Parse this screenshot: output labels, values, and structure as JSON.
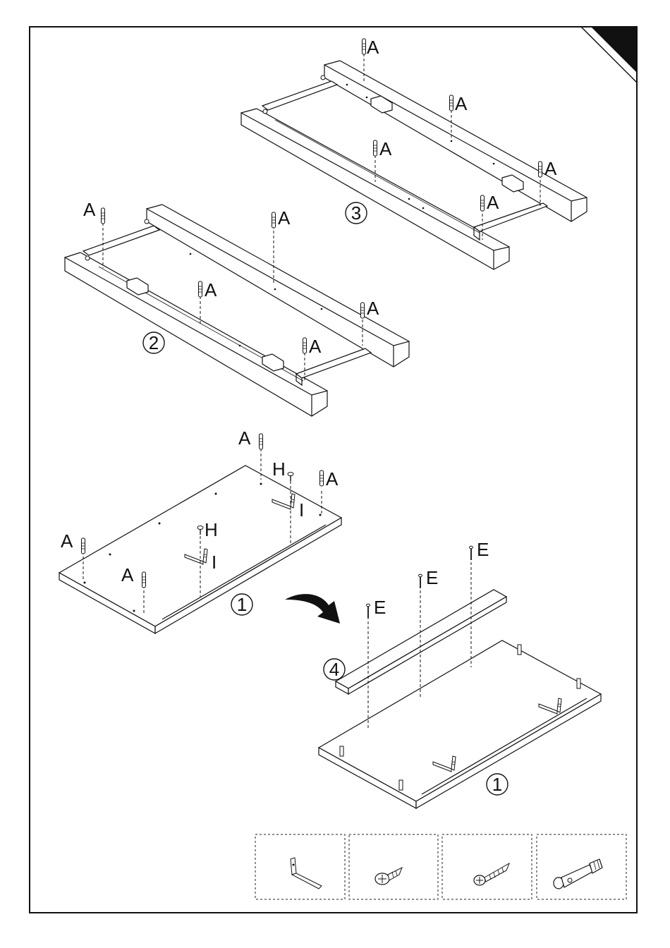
{
  "labels": {
    "dowel": "A",
    "screw_short": "H",
    "bracket": "I",
    "screw_long": "E"
  },
  "step_numbers": {
    "panel": "1",
    "frame_left": "2",
    "frame_right": "3",
    "rail": "4"
  },
  "parts_legend": [
    {
      "icon": "l-bracket-icon"
    },
    {
      "icon": "short-screw-icon"
    },
    {
      "icon": "long-screw-icon"
    },
    {
      "icon": "cam-dowel-icon"
    }
  ]
}
